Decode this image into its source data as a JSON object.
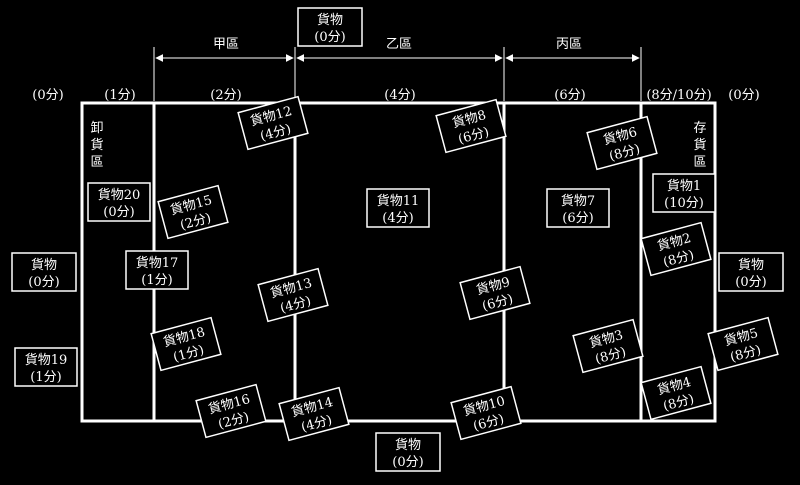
{
  "colors": {
    "background": "#000000",
    "foreground": "#ffffff"
  },
  "zones": [
    {
      "id": "jia",
      "label": "甲區"
    },
    {
      "id": "yi",
      "label": "乙區"
    },
    {
      "id": "bing",
      "label": "丙區"
    }
  ],
  "section_scores": [
    {
      "id": "left-outer",
      "label": "(0分)"
    },
    {
      "id": "unloading",
      "label": "(1分)"
    },
    {
      "id": "jia",
      "label": "(2分)"
    },
    {
      "id": "yi",
      "label": "(4分)"
    },
    {
      "id": "bing",
      "label": "(6分)"
    },
    {
      "id": "storage",
      "label": "(8分/10分)"
    },
    {
      "id": "right-outer",
      "label": "(0分)"
    }
  ],
  "area_labels": {
    "unloading": [
      "卸",
      "貨",
      "區"
    ],
    "storage": [
      "存",
      "貨",
      "區"
    ]
  },
  "cargo": [
    {
      "id": "top",
      "name": "貨物",
      "score": "(0分)"
    },
    {
      "id": "bottom",
      "name": "貨物",
      "score": "(0分)"
    },
    {
      "id": "left",
      "name": "貨物",
      "score": "(0分)"
    },
    {
      "id": "right",
      "name": "貨物",
      "score": "(0分)"
    },
    {
      "id": "c1",
      "name": "貨物1",
      "score": "(10分)"
    },
    {
      "id": "c2",
      "name": "貨物2",
      "score": "(8分)"
    },
    {
      "id": "c3",
      "name": "貨物3",
      "score": "(8分)"
    },
    {
      "id": "c4",
      "name": "貨物4",
      "score": "(8分)"
    },
    {
      "id": "c5",
      "name": "貨物5",
      "score": "(8分)"
    },
    {
      "id": "c6",
      "name": "貨物6",
      "score": "(8分)"
    },
    {
      "id": "c7",
      "name": "貨物7",
      "score": "(6分)"
    },
    {
      "id": "c8",
      "name": "貨物8",
      "score": "(6分)"
    },
    {
      "id": "c9",
      "name": "貨物9",
      "score": "(6分)"
    },
    {
      "id": "c10",
      "name": "貨物10",
      "score": "(6分)"
    },
    {
      "id": "c11",
      "name": "貨物11",
      "score": "(4分)"
    },
    {
      "id": "c12",
      "name": "貨物12",
      "score": "(4分)"
    },
    {
      "id": "c13",
      "name": "貨物13",
      "score": "(4分)"
    },
    {
      "id": "c14",
      "name": "貨物14",
      "score": "(4分)"
    },
    {
      "id": "c15",
      "name": "貨物15",
      "score": "(2分)"
    },
    {
      "id": "c16",
      "name": "貨物16",
      "score": "(2分)"
    },
    {
      "id": "c17",
      "name": "貨物17",
      "score": "(1分)"
    },
    {
      "id": "c18",
      "name": "貨物18",
      "score": "(1分)"
    },
    {
      "id": "c19",
      "name": "貨物19",
      "score": "(1分)"
    },
    {
      "id": "c20",
      "name": "貨物20",
      "score": "(0分)"
    }
  ]
}
